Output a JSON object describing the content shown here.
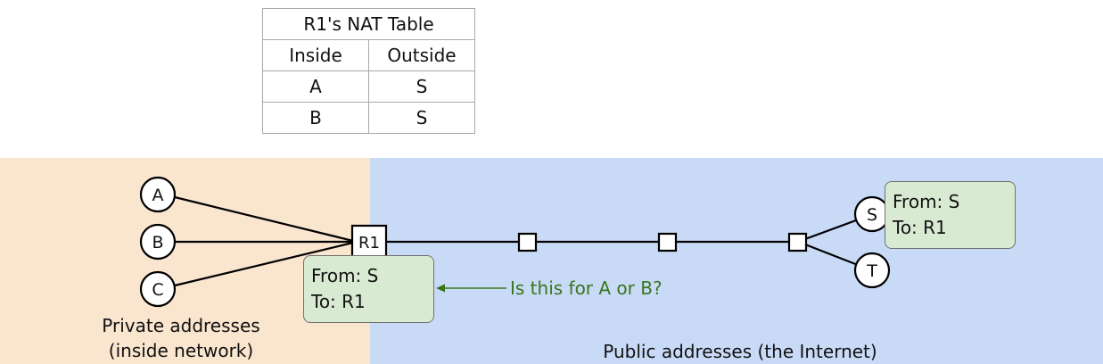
{
  "nat_table": {
    "title": "R1's NAT Table",
    "headers": [
      "Inside",
      "Outside"
    ],
    "rows": [
      [
        "A",
        "S"
      ],
      [
        "B",
        "S"
      ]
    ]
  },
  "hosts": {
    "a": "A",
    "b": "B",
    "c": "C",
    "s": "S",
    "t": "T"
  },
  "router": {
    "label": "R1"
  },
  "packet_at_r1": {
    "from": "From: S",
    "to": "To: R1"
  },
  "packet_at_s": {
    "from": "From: S",
    "to": "To: R1"
  },
  "question": "Is this for A or B?",
  "regions": {
    "private_line1": "Private addresses",
    "private_line2": "(inside network)",
    "public": "Public addresses (the Internet)"
  },
  "colors": {
    "private_bg": "#fae5cf",
    "public_bg": "#c9daf7",
    "callout_bg": "#d9ead3",
    "question_text": "#38761d"
  }
}
